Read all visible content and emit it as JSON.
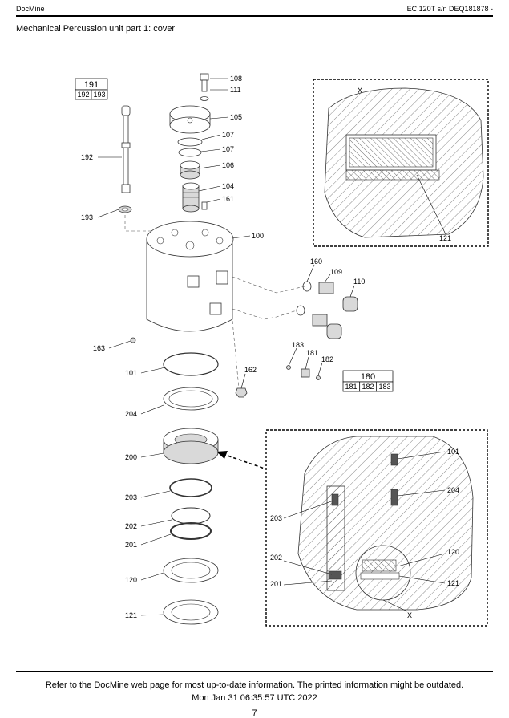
{
  "header": {
    "brand": "DocMine",
    "machine": "EC 120T s/n DEQ181878 -"
  },
  "title": "Mechanical  Percussion unit part 1: cover",
  "groups": {
    "g191": {
      "main": "191",
      "subs": [
        "192",
        "193"
      ]
    },
    "g180": {
      "main": "180",
      "subs": [
        "181",
        "182",
        "183"
      ]
    }
  },
  "callouts": {
    "c108": "108",
    "c111": "111",
    "c105": "105",
    "c107a": "107",
    "c107b": "107",
    "c106": "106",
    "c104": "104",
    "c161": "161",
    "c100": "100",
    "c192": "192",
    "c193": "193",
    "c160": "160",
    "c109": "109",
    "c110": "110",
    "c163": "163",
    "c183": "183",
    "c181": "181",
    "c182": "182",
    "c162": "162",
    "c101": "101",
    "c204": "204",
    "c200": "200",
    "c203": "203",
    "c202": "202",
    "c201": "201",
    "c120": "120",
    "c121": "121"
  },
  "detail_x": {
    "marker": "X",
    "c121": "121"
  },
  "detail_section": {
    "c101": "101",
    "c204": "204",
    "c203": "203",
    "c120": "120",
    "c202": "202",
    "c201": "201",
    "c121": "121",
    "marker": "X"
  },
  "footer": {
    "note": "Refer to the DocMine web page for most up-to-date information. The printed information might be outdated.",
    "date": "Mon Jan 31 06:35:57 UTC 2022",
    "page": "7"
  }
}
